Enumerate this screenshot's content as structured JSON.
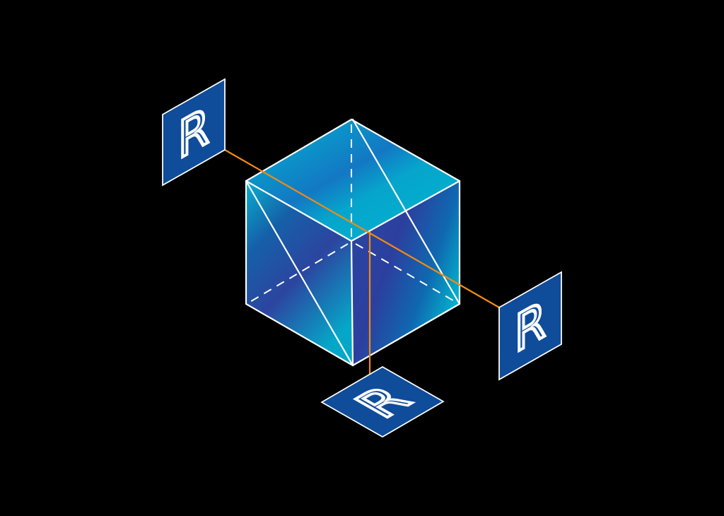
{
  "colors": {
    "background": "#000000",
    "panel": "#0f4c9a",
    "cyan": "#00b7cf",
    "blue": "#2c3f9f",
    "connector": "#f28c0f",
    "edge": "#ffffff"
  },
  "panels": [
    {
      "label": "R"
    },
    {
      "label": "R"
    },
    {
      "label": "R"
    }
  ]
}
